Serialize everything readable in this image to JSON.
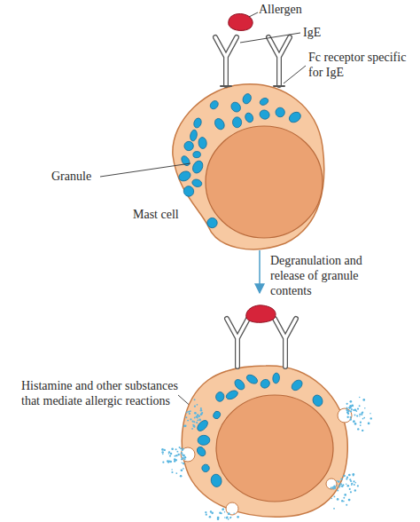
{
  "diagram": {
    "labels": [
      "Allergen",
      "IgE",
      "Fc receptor specific for IgE",
      "Granule",
      "Mast cell",
      "Degranulation and release of granule contents",
      "Histamine and other substances that mediate allergic reactions"
    ]
  }
}
